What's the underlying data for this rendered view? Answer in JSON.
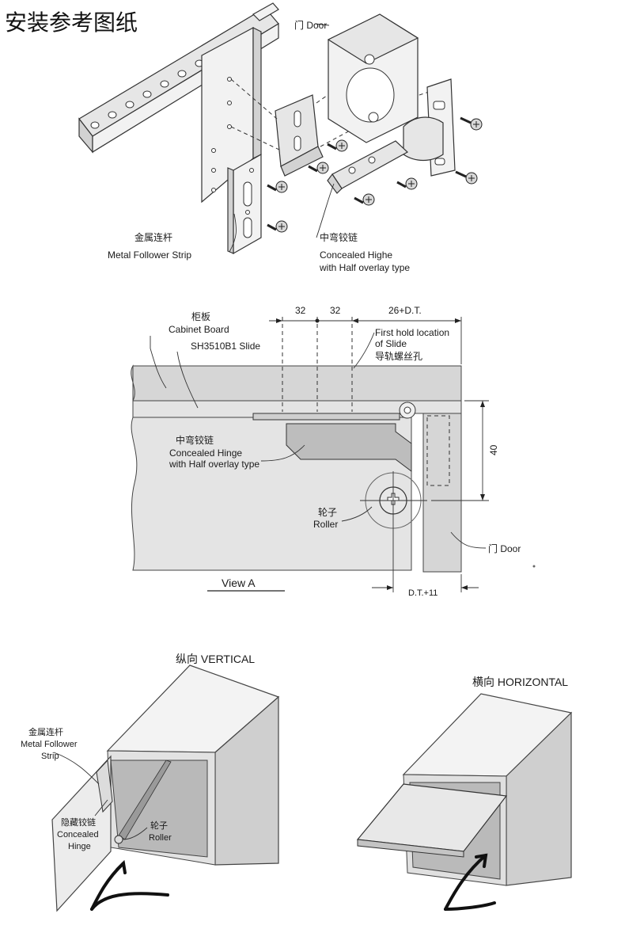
{
  "title": "安装参考图纸",
  "top_figure": {
    "door_label": "门 Door",
    "follower_strip": {
      "cn": "金属连杆",
      "en": "Metal Follower Strip"
    },
    "hinge": {
      "cn": "中弯铰链",
      "en_line1": "Concealed Highe",
      "en_line2": "with Half overlay type"
    }
  },
  "view_a": {
    "cabinet_board": {
      "cn": "柜板",
      "en": "Cabinet Board"
    },
    "slide": "SH3510B1 Slide",
    "dim_32_a": "32",
    "dim_32_b": "32",
    "dim_dt": "26+D.T.",
    "first_hold": {
      "line1": "First hold location",
      "line2": "of Slide",
      "cn": "导轨螺丝孔"
    },
    "hinge": {
      "cn": "中弯铰链",
      "en_line1": "Concealed Hinge",
      "en_line2": "with Half overlay type"
    },
    "dim_40": "40",
    "roller": {
      "cn": "轮子",
      "en": "Roller"
    },
    "door": "门 Door",
    "view_label": "View A",
    "dim_dt11": "D.T.+11"
  },
  "vertical": {
    "heading": "纵向 VERTICAL",
    "strip": {
      "cn": "金属连杆",
      "en_line1": "Metal Follower",
      "en_line2": "Strip"
    },
    "hinge": {
      "cn": "隐藏铰链",
      "en_line1": "Concealed",
      "en_line2": "Hinge"
    },
    "roller": {
      "cn": "轮子",
      "en": "Roller"
    }
  },
  "horizontal": {
    "heading": "横向 HORIZONTAL"
  }
}
